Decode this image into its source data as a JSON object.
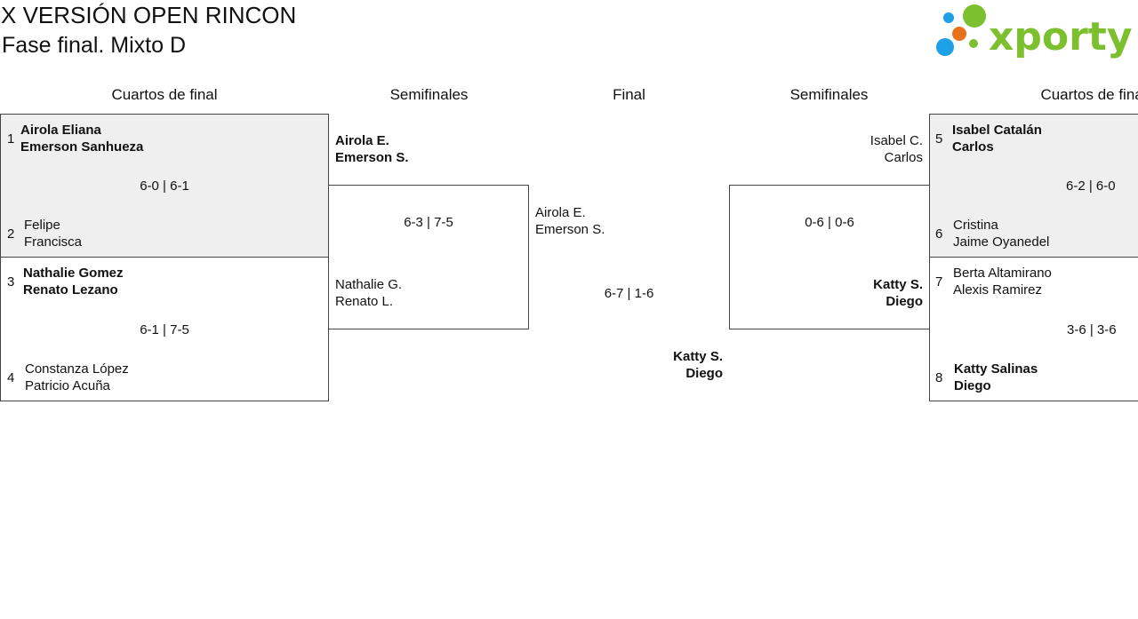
{
  "header": {
    "title": "X VERSIÓN OPEN RINCON",
    "subtitle": "Fase final. Mixto D",
    "logo_text": "xporty",
    "logo_colors": {
      "blue": "#1ea0e6",
      "orange": "#e8711c",
      "green": "#7cbf2f"
    }
  },
  "columns": {
    "left_quarters": "Cuartos de final",
    "left_semis": "Semifinales",
    "final": "Final",
    "right_semis": "Semifinales",
    "right_quarters": "Cuartos de final"
  },
  "left_quarters": [
    {
      "top": {
        "seed": "1",
        "p1": "Airola Eliana",
        "p2": "Emerson Sanhueza"
      },
      "score": "6-0 | 6-1",
      "bottom": {
        "seed": "2",
        "p1": "Felipe",
        "p2": "Francisca"
      }
    },
    {
      "top": {
        "seed": "3",
        "p1": "Nathalie Gomez",
        "p2": "Renato Lezano"
      },
      "score": "6-1 | 7-5",
      "bottom": {
        "seed": "4",
        "p1": "Constanza López",
        "p2": "Patricio Acuña"
      }
    }
  ],
  "left_semi": {
    "top": {
      "p1": "Airola E.",
      "p2": "Emerson S."
    },
    "score": "6-3 | 7-5",
    "bottom": {
      "p1": "Nathalie G.",
      "p2": "Renato L."
    }
  },
  "final": {
    "top": {
      "p1": "Airola E.",
      "p2": "Emerson S."
    },
    "score": "6-7 | 1-6",
    "bottom": {
      "p1": "Katty S.",
      "p2": "Diego"
    }
  },
  "right_semi": {
    "top": {
      "p1": "Isabel C.",
      "p2": "Carlos"
    },
    "score": "0-6 | 0-6",
    "bottom": {
      "p1": "Katty S.",
      "p2": "Diego"
    }
  },
  "right_quarters": [
    {
      "top": {
        "seed": "5",
        "p1": "Isabel Catalán",
        "p2": "Carlos"
      },
      "score": "6-2 | 6-0",
      "bottom": {
        "seed": "6",
        "p1": "Cristina",
        "p2": "Jaime Oyanedel"
      }
    },
    {
      "top": {
        "seed": "7",
        "p1": "Berta Altamirano",
        "p2": "Alexis Ramirez"
      },
      "score": "3-6 | 3-6",
      "bottom": {
        "seed": "8",
        "p1": "Katty Salinas",
        "p2": "Diego"
      }
    }
  ]
}
